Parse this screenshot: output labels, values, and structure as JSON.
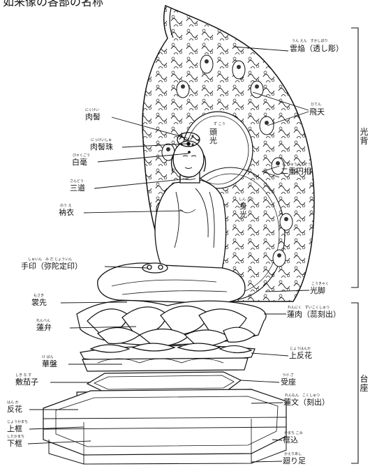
{
  "title": "如来像の各部の名称",
  "labels": {
    "unkei": "雲焔（透し彫）",
    "hiten": "飛天",
    "zukou": "頭光",
    "nijuenso": "二重円相",
    "shinkou": "身光",
    "nikkei": "肉髻",
    "nikkeishu": "肉髻珠",
    "byakugou": "白毫",
    "sandou": "三道",
    "noe": "衲衣",
    "tein": "手印（弥陀定印）",
    "koukyaku": "光脚",
    "chusaki": "裳先",
    "rengeniku": "蓮肉（蕊刻出）",
    "renben": "蓮弁",
    "jouhanka": "上反花",
    "kebann": "華盤",
    "ukeza": "受座",
    "shikinasu": "敷茄子",
    "hanka": "反花",
    "monmon": "蓮文（刻出）",
    "jokamachi": "上框",
    "kamikomi": "框込",
    "shitakamachi": "下框",
    "kaerimashi": "廻り足",
    "kouhai": "光背",
    "daiza": "台座"
  },
  "ruby": {
    "unkei": "うん えん　すかしぼり",
    "hiten": "ひてん",
    "zukou": "ず こう",
    "nijuenso": "に じゅうえんそう",
    "shinkou": "しん こう",
    "nikkei": "にくけい",
    "nikkeishu": "にっけいしゅ",
    "byakugou": "びゃくごう",
    "sandou": "さんどう",
    "noe": "のう え",
    "tein": "しゅいん　み だ じょういん",
    "koukyaku": "こうきゃく",
    "chusaki": "もさき",
    "rengeniku": "れんにく　ずいこくしゅつ",
    "renben": "れんべん",
    "jouhanka": "じょうはんか",
    "kebann": "け ばん",
    "ukeza": "うけ ざ",
    "shikinasu": "しき な す",
    "hanka": "はん か",
    "monmon": "れんもん　こくしゅつ",
    "jokamachi": "じょうかまち",
    "kamikomi": "かまち こみ",
    "shitakamachi": "したかまち",
    "kaerimashi": "かえりあし"
  }
}
